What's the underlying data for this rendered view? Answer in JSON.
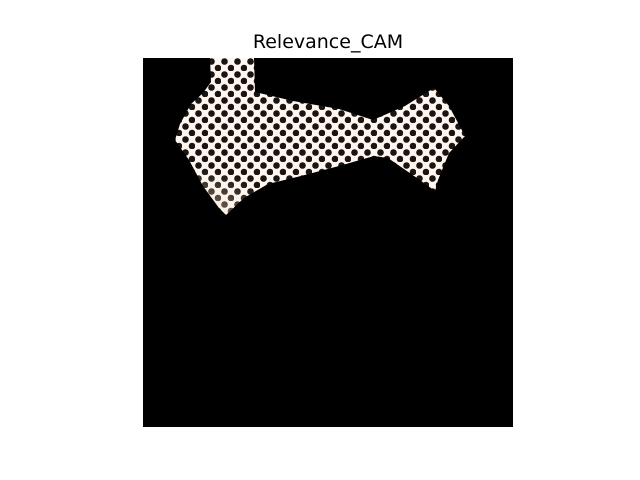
{
  "figure": {
    "title": "Relevance_CAM"
  },
  "image": {
    "subject": "bow-tie",
    "pattern": "polka-dot",
    "background_color": "#000000",
    "tie_color": "#fff7ef",
    "dot_color": "#1a1512"
  }
}
